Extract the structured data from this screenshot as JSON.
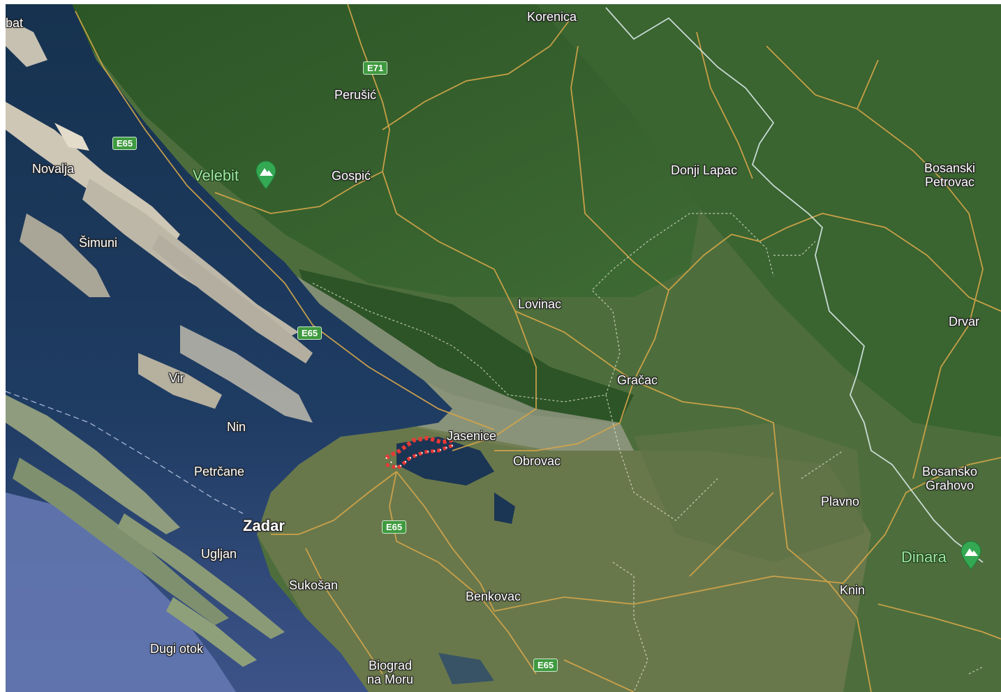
{
  "map": {
    "type": "satellite",
    "colors": {
      "land": "#4a6b3c",
      "forest": "#2f5a2a",
      "sea": "#1d3a5c",
      "deep_sea": "#5a6fa3",
      "karst": "#b8b8ad",
      "road": "#d8a84a",
      "border": "#e6f0ee",
      "highlight": "#e53935"
    }
  },
  "places": [
    {
      "id": "bat",
      "label": "bat"
    },
    {
      "id": "korenica",
      "label": "Korenica"
    },
    {
      "id": "perusic",
      "label": "Perušić"
    },
    {
      "id": "novalja",
      "label": "Novalja"
    },
    {
      "id": "gospic",
      "label": "Gospić"
    },
    {
      "id": "donji-lapac",
      "label": "Donji Lapac"
    },
    {
      "id": "bosanski-petrovac",
      "label": "Bosanski\nPetrovac"
    },
    {
      "id": "simuni",
      "label": "Šimuni"
    },
    {
      "id": "lovinac",
      "label": "Lovinac"
    },
    {
      "id": "drvar",
      "label": "Drvar"
    },
    {
      "id": "vir",
      "label": "Vir"
    },
    {
      "id": "gracac",
      "label": "Gračac"
    },
    {
      "id": "nin",
      "label": "Nin"
    },
    {
      "id": "jasenice",
      "label": "Jasenice"
    },
    {
      "id": "obrovac",
      "label": "Obrovac"
    },
    {
      "id": "petrcane",
      "label": "Petrčane"
    },
    {
      "id": "bosansko-grahovo",
      "label": "Bosansko\nGrahovo"
    },
    {
      "id": "plavno",
      "label": "Plavno"
    },
    {
      "id": "zadar",
      "label": "Zadar"
    },
    {
      "id": "ugljan",
      "label": "Ugljan"
    },
    {
      "id": "sukosan",
      "label": "Sukošan"
    },
    {
      "id": "benkovac",
      "label": "Benkovac"
    },
    {
      "id": "knin",
      "label": "Knin"
    },
    {
      "id": "dugi-otok",
      "label": "Dugi otok"
    },
    {
      "id": "biograd",
      "label": "Biograd\nna Moru"
    }
  ],
  "pois": [
    {
      "id": "velebit",
      "label": "Velebit",
      "icon": "mountain-pin-icon"
    },
    {
      "id": "dinara",
      "label": "Dinara",
      "icon": "mountain-pin-icon"
    }
  ],
  "road_shields": [
    "E71",
    "E65",
    "E65",
    "E65",
    "E65"
  ]
}
